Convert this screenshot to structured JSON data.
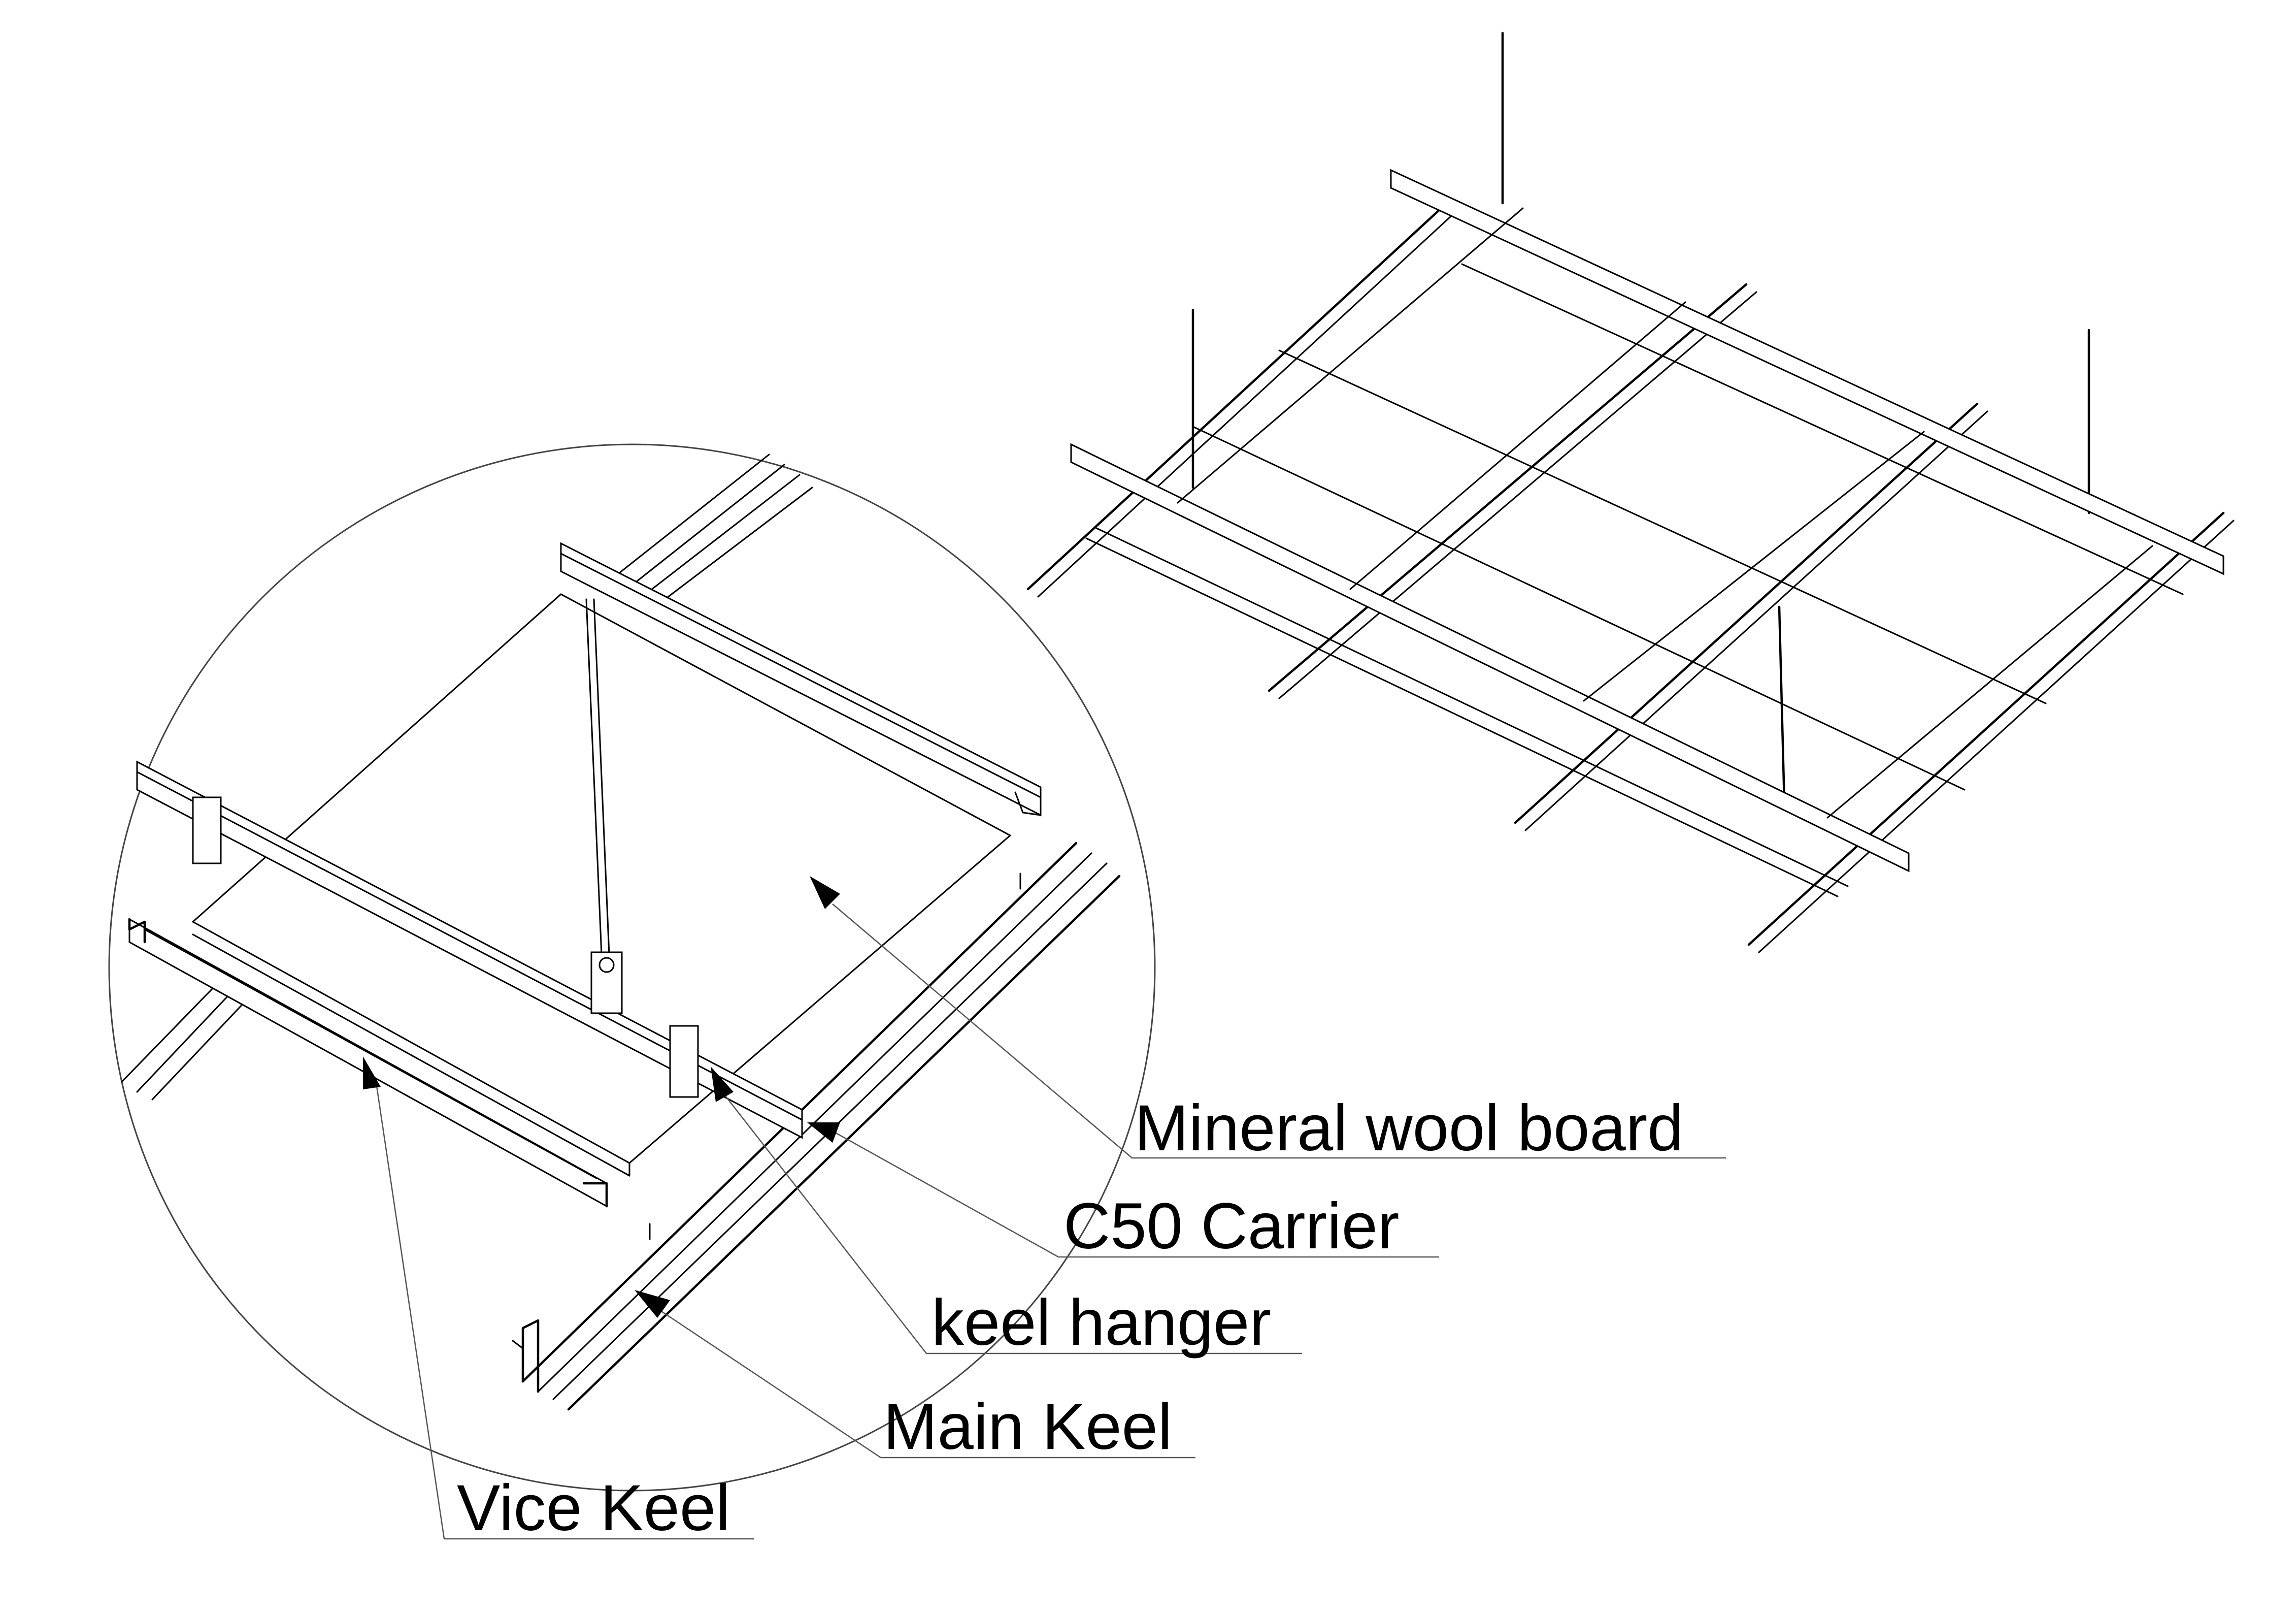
{
  "diagram": {
    "labels": {
      "mineral_wool_board": "Mineral wool board",
      "c50_carrier": "C50 Carrier",
      "keel_hanger": "keel hanger",
      "main_keel": "Main Keel",
      "vice_keel": "Vice Keel"
    }
  }
}
